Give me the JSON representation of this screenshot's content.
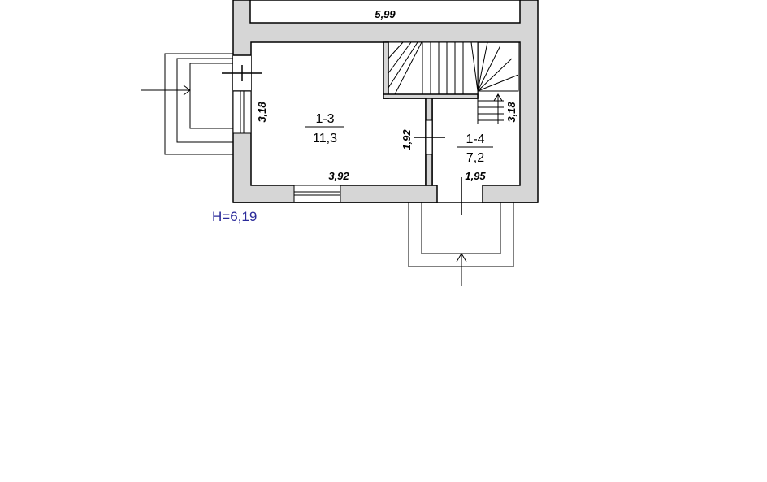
{
  "plan": {
    "dimensions": {
      "top_room_width": "5,99",
      "room_13_width": "3,92",
      "room_13_depth": "3,18",
      "partition_length": "1,92",
      "room_14_width": "1,95",
      "stair_depth": "3,18"
    },
    "rooms": [
      {
        "id": "1-3",
        "area": "11,3"
      },
      {
        "id": "1-4",
        "area": "7,2"
      }
    ],
    "floor_height": "H=6,19"
  }
}
